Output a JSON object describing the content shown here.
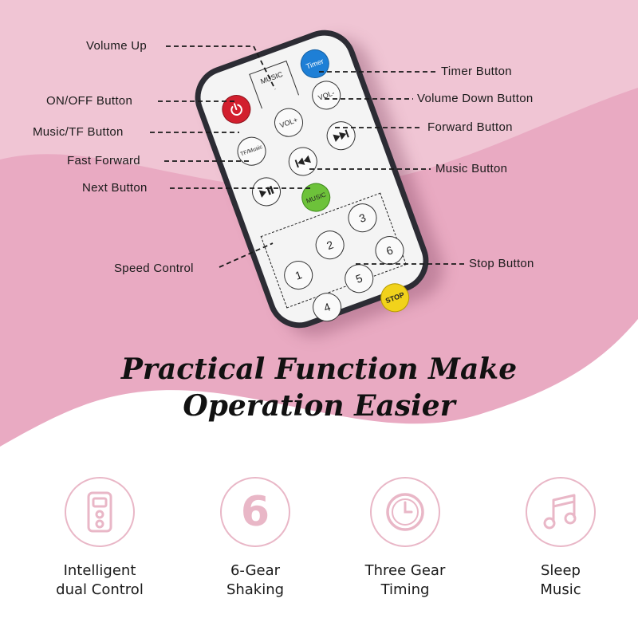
{
  "colors": {
    "background_pink": "#f0c5d4",
    "background_deep_pink": "#e9aac2",
    "white": "#ffffff",
    "icon_pink": "#e9b7c7",
    "power_red": "#d21f2e",
    "timer_blue": "#1e7fd6",
    "music_green": "#6dc23a",
    "stop_yellow": "#f1d21b"
  },
  "callouts": {
    "volume_up": "Volume Up",
    "on_off": "ON/OFF Button",
    "music_tf": "Music/TF Button",
    "fast_forward": "Fast Forward",
    "next": "Next Button",
    "speed_control": "Speed Control",
    "timer": "Timer Button",
    "volume_down": "Volume Down Button",
    "forward": "Forward Button",
    "music": "Music Button",
    "stop": "Stop Button"
  },
  "remote": {
    "music_top": "MUSIC",
    "timer": "Timer",
    "vol_plus": "VOL+",
    "vol_minus": "VOL-",
    "tf_music": "TF/Music",
    "music_green": "MUSIC",
    "stop": "STOP",
    "numbers": [
      "1",
      "2",
      "3",
      "4",
      "5",
      "6"
    ],
    "icons": [
      "power-icon",
      "previous-icon",
      "next-icon",
      "play-pause-icon"
    ]
  },
  "headline": {
    "line1": "Practical Function Make",
    "line2": "Operation Easier"
  },
  "features": [
    {
      "icon": "phone-remote-icon",
      "label": "Intelligent\ndual Control"
    },
    {
      "icon": "number-six-icon",
      "label": "6-Gear\nShaking",
      "icon_text": "6"
    },
    {
      "icon": "clock-icon",
      "label": "Three Gear\nTiming"
    },
    {
      "icon": "music-note-icon",
      "label": "Sleep\nMusic"
    }
  ]
}
